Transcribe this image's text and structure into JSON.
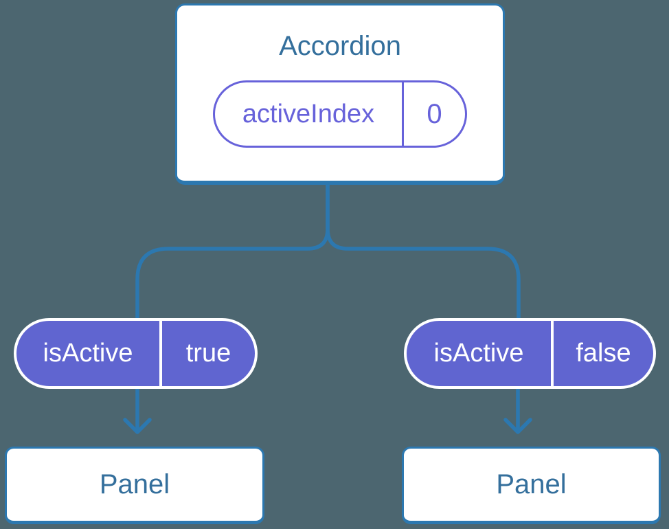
{
  "colors": {
    "background": "#4C6670",
    "line_blue": "#2C78B0",
    "text_blue": "#346F9C",
    "pill_purple_fill": "#6065D0",
    "pill_purple_outline": "#6762DA",
    "white": "#FFFFFF"
  },
  "root_card": {
    "title": "Accordion",
    "state_pill": {
      "label": "activeIndex",
      "value": "0"
    }
  },
  "child_pills": [
    {
      "label": "isActive",
      "value": "true"
    },
    {
      "label": "isActive",
      "value": "false"
    }
  ],
  "panels": [
    {
      "label": "Panel"
    },
    {
      "label": "Panel"
    }
  ]
}
